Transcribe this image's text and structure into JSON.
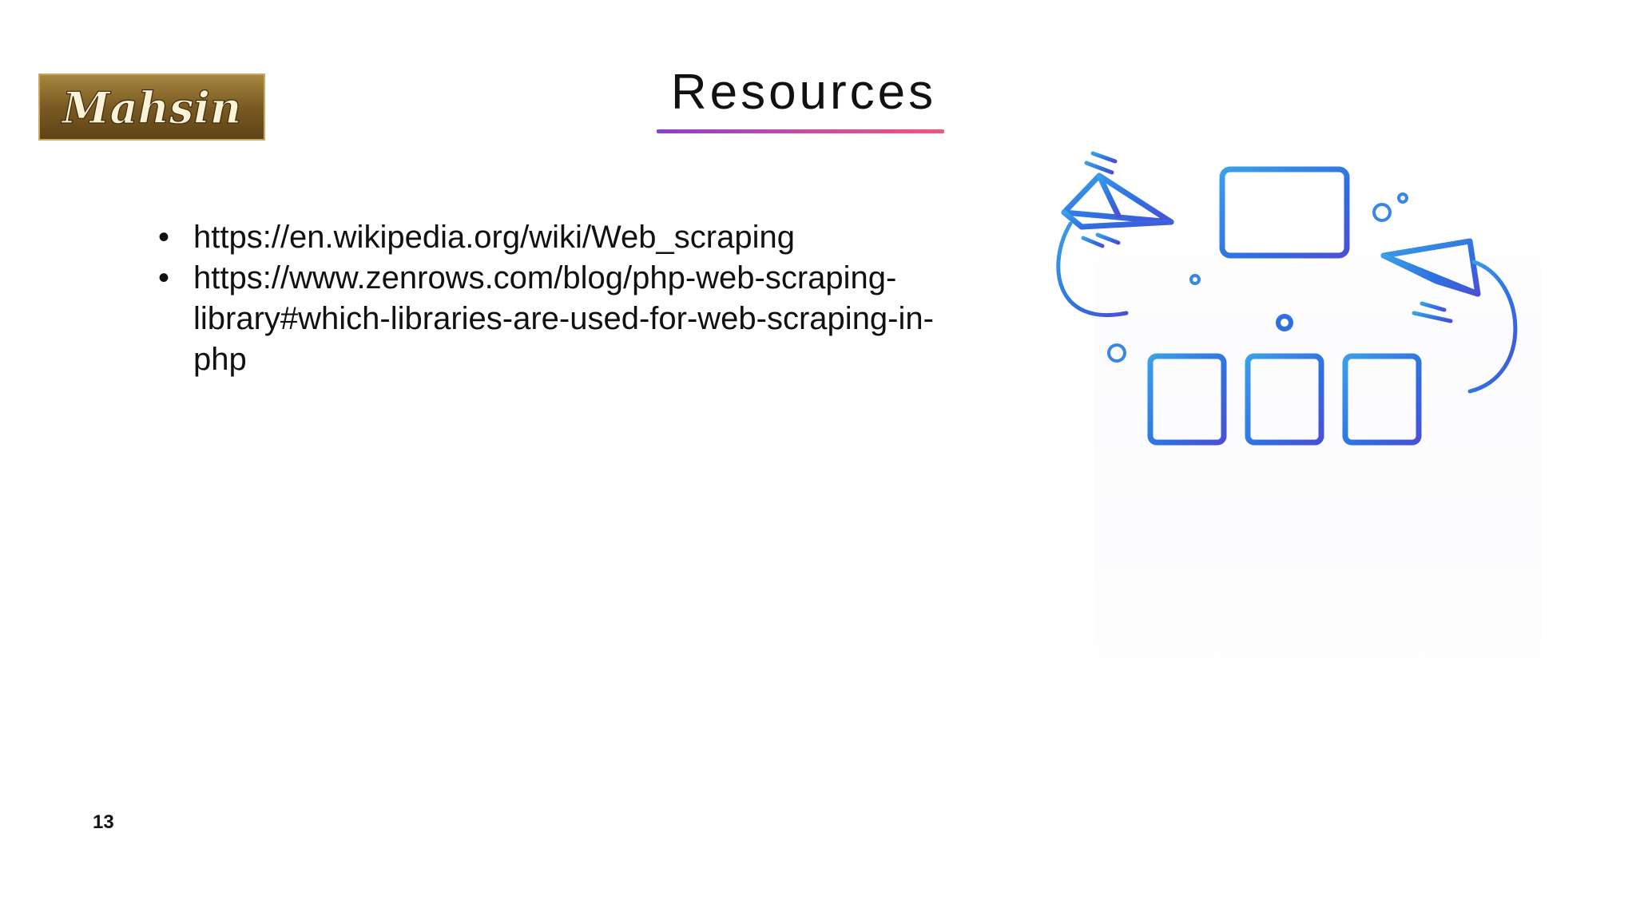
{
  "slide": {
    "title": "Resources",
    "logo_text": "Mahsin",
    "page_number": "13",
    "bullets": [
      {
        "marker": "•",
        "text": "https://en.wikipedia.org/wiki/Web_scraping"
      },
      {
        "marker": "•",
        "text": "https://www.zenrows.com/blog/php-web-scraping-library#which-libraries-are-used-for-web-scraping-in-php"
      }
    ],
    "illustration_icon": "computer-network-sitemap-icon",
    "colors": {
      "title_underline_start": "#8a3fd1",
      "title_underline_end": "#f2557a",
      "illustration_blue": "#2f6fe0",
      "logo_gold": "#8a6a2a"
    }
  }
}
